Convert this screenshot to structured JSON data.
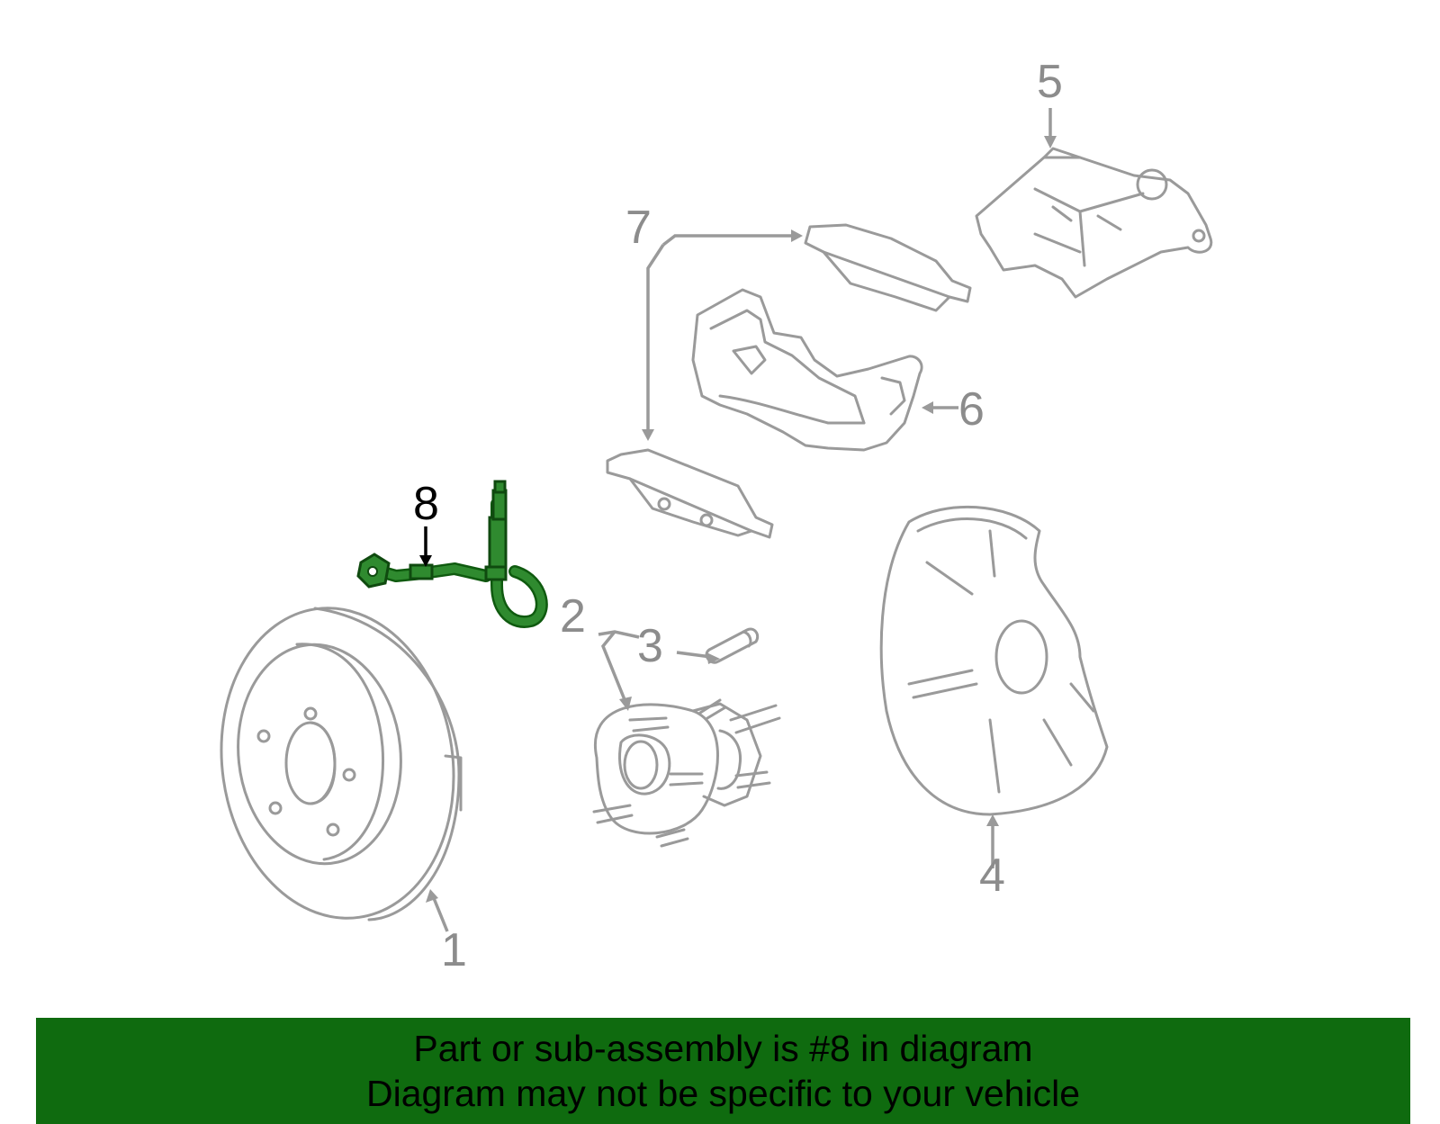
{
  "labels": {
    "p1": "1",
    "p2": "2",
    "p3": "3",
    "p4": "4",
    "p5": "5",
    "p6": "6",
    "p7": "7",
    "p8": "8"
  },
  "highlight_part": "8",
  "colors": {
    "highlight_green": "#2f8a2f",
    "banner_green": "#0f6b0f",
    "line_gray": "#9a9a9a"
  },
  "banner": {
    "line1": "Part or sub-assembly is #8 in diagram",
    "line2": "Diagram may not be specific to your vehicle"
  }
}
